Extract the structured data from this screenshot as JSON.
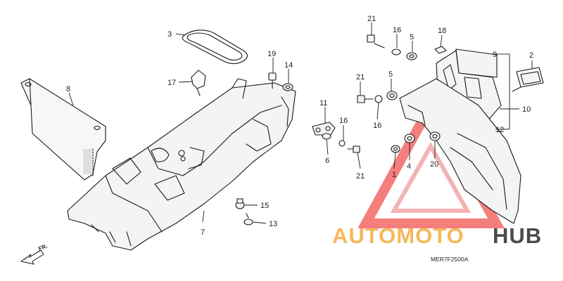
{
  "diagram": {
    "callouts": [
      "1",
      "2",
      "3",
      "4",
      "5",
      "5",
      "6",
      "7",
      "8",
      "9",
      "10",
      "11",
      "12",
      "13",
      "14",
      "15",
      "16",
      "16",
      "16",
      "17",
      "18",
      "19",
      "20",
      "21",
      "21",
      "21"
    ],
    "diagram_code": "MER7F2500A",
    "direction_label": "FR."
  },
  "watermark": {
    "text_part1": "AUTOMOTO",
    "text_part2": "HUB",
    "colors": {
      "orange": "#f5b85a",
      "red": "#e53935",
      "dark": "#2b2b2b"
    }
  }
}
